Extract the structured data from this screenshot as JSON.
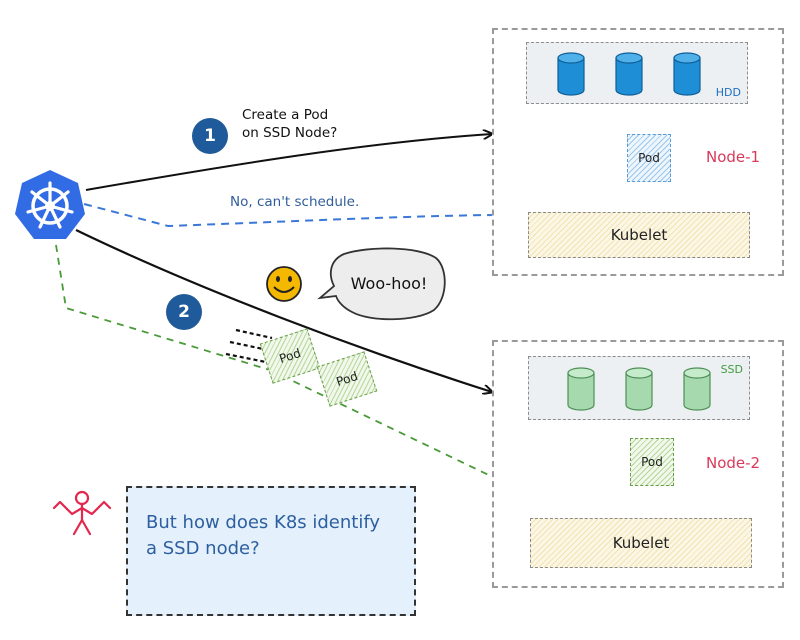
{
  "step_badges": {
    "first": "1",
    "second": "2"
  },
  "messages": {
    "create_pod": [
      "Create a Pod",
      "on SSD Node?"
    ],
    "no_schedule": "No, can't schedule.",
    "woo_hoo": "Woo-hoo!"
  },
  "transit_pods": [
    "Pod",
    "Pod"
  ],
  "nodes": [
    {
      "name": "Node-1",
      "disk_type": "HDD",
      "pod_label": "Pod",
      "kubelet_label": "Kubelet"
    },
    {
      "name": "Node-2",
      "disk_type": "SSD",
      "pod_label": "Pod",
      "kubelet_label": "Kubelet"
    }
  ],
  "question": [
    "But how does K8s identify",
    "a SSD node?"
  ],
  "colors": {
    "k8s_blue": "#326ce5",
    "badge_blue": "#1f5a9a",
    "hdd_disk": "#1e8fd6",
    "ssd_disk": "#a6d9ad",
    "node_label": "#d9395a",
    "reject_line": "#3a78d8",
    "green_dashed": "#4a9a3a",
    "question_bg": "#e4f0fb",
    "question_text": "#2d5fa0"
  },
  "icons": {
    "k8s": "kubernetes-logo-icon",
    "smiley": "smiley-face-icon",
    "confused_person": "confused-person-icon",
    "disk": "disk-cylinder-icon"
  }
}
